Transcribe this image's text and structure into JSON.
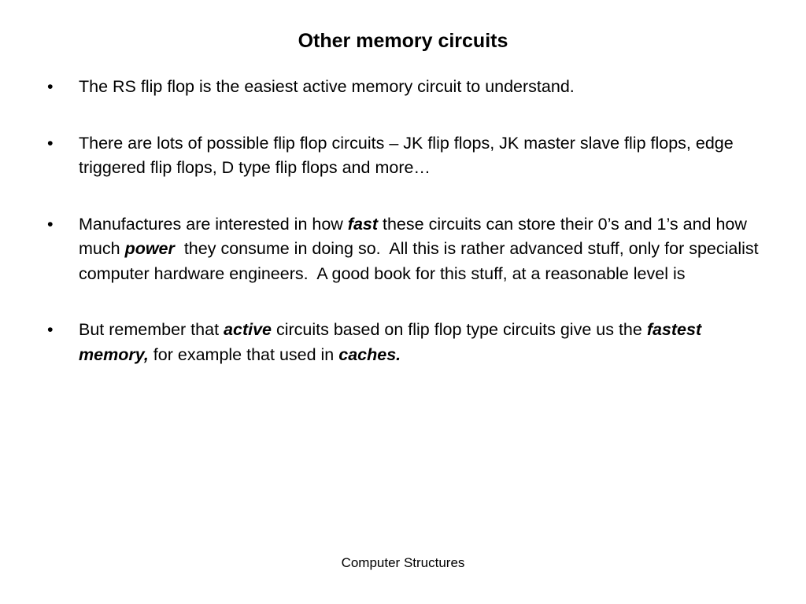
{
  "slide": {
    "title": "Other memory circuits",
    "bullet_marker": "•",
    "bullets": [
      {
        "segments": [
          {
            "text": "The RS flip flop is the easiest active memory circuit to understand.",
            "emphasis": false
          }
        ]
      },
      {
        "segments": [
          {
            "text": "There are lots of possible flip flop circuits – JK flip flops, JK master slave flip flops, edge triggered flip flops, D type flip flops and more…",
            "emphasis": false
          }
        ]
      },
      {
        "segments": [
          {
            "text": "Manufactures are interested in how ",
            "emphasis": false
          },
          {
            "text": "fast",
            "emphasis": true
          },
          {
            "text": " these circuits can store their 0’s and 1’s and how much ",
            "emphasis": false
          },
          {
            "text": "power",
            "emphasis": true
          },
          {
            "text": "  they consume in doing so.  All this is rather advanced stuff, only for specialist computer hardware engineers.  A good book for this stuff, at a reasonable level is",
            "emphasis": false
          }
        ]
      },
      {
        "segments": [
          {
            "text": "But remember that ",
            "emphasis": false
          },
          {
            "text": "active",
            "emphasis": true
          },
          {
            "text": " circuits based on flip flop type circuits give us the ",
            "emphasis": false
          },
          {
            "text": "fastest memory,",
            "emphasis": true
          },
          {
            "text": " for example that used in ",
            "emphasis": false
          },
          {
            "text": "caches.",
            "emphasis": true
          }
        ]
      }
    ],
    "footer": "Computer Structures"
  }
}
